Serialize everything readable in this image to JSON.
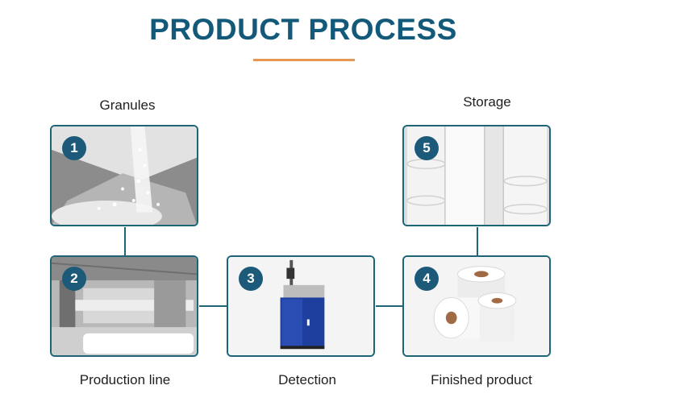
{
  "title": "PRODUCT PROCESS",
  "colors": {
    "title": "#135a7a",
    "accent": "#e89752",
    "border": "#1d6477",
    "badge": "#1d5a7a"
  },
  "steps": [
    {
      "number": "1",
      "label": "Granules",
      "icon": "granules-photo"
    },
    {
      "number": "2",
      "label": "Production line",
      "icon": "production-line-photo"
    },
    {
      "number": "3",
      "label": "Detection",
      "icon": "detection-machine-photo"
    },
    {
      "number": "4",
      "label": "Finished product",
      "icon": "finished-rolls-photo"
    },
    {
      "number": "5",
      "label": "Storage",
      "icon": "storage-rolls-photo"
    }
  ]
}
